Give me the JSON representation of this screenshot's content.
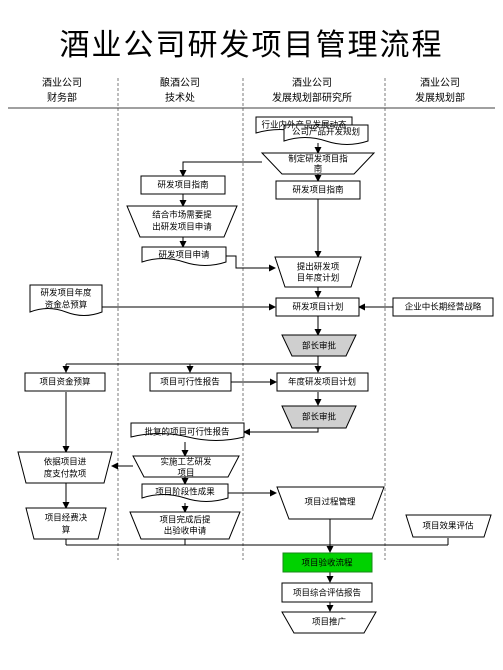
{
  "title": "酒业公司研发项目管理流程",
  "columns": [
    {
      "line1": "酒业公司",
      "line2": "财务部"
    },
    {
      "line1": "酿酒公司",
      "line2": "技术处"
    },
    {
      "line1": "酒业公司",
      "line2": "发展规划部研究所"
    },
    {
      "line1": "酒业公司",
      "line2": "发展规划部"
    }
  ],
  "nodes": {
    "industry_trend": "行业内外产品发展动态",
    "company_plan": "公司产品开发规划",
    "make_guide_1": "制定研发项目指",
    "make_guide_2": "南",
    "guide_tech": "研发项目指南",
    "guide_research": "研发项目指南",
    "propose_1": "结合市场需要提",
    "propose_2": "出研发项目申请",
    "application": "研发项目申请",
    "annual_propose_1": "提出研发项",
    "annual_propose_2": "目年度计划",
    "annual_budget_1": "研发项目年度",
    "annual_budget_2": "资金总预算",
    "rd_plan": "研发项目计划",
    "strategy": "企业中长期经营战略",
    "approve_1": "部长审批",
    "fund_budget": "项目资金预算",
    "feasibility": "项目可行性报告",
    "annual_rd_plan": "年度研发项目计划",
    "approve_2": "部长审批",
    "approved_feasibility": "批复的项目可行性报告",
    "pay_1": "依据项目进",
    "pay_2": "度支付款项",
    "implement_1": "实施工艺研发",
    "implement_2": "项目",
    "stage_result": "项目阶段性成果",
    "process_mgmt": "项目过程管理",
    "settlement_1": "项目经费决",
    "settlement_2": "算",
    "completion_1": "项目完成后提",
    "completion_2": "出验收申请",
    "effect_eval": "项目效果评估",
    "acceptance": "项目验收流程",
    "comprehensive": "项目综合评估报告",
    "promotion": "项目推广"
  },
  "colors": {
    "line": "#000000",
    "approval_fill": "#cfcfcf",
    "acceptance_fill": "#00d200",
    "acceptance_border": "#1a8a1a",
    "box_fill": "#ffffff",
    "column_divider": "#444444"
  }
}
